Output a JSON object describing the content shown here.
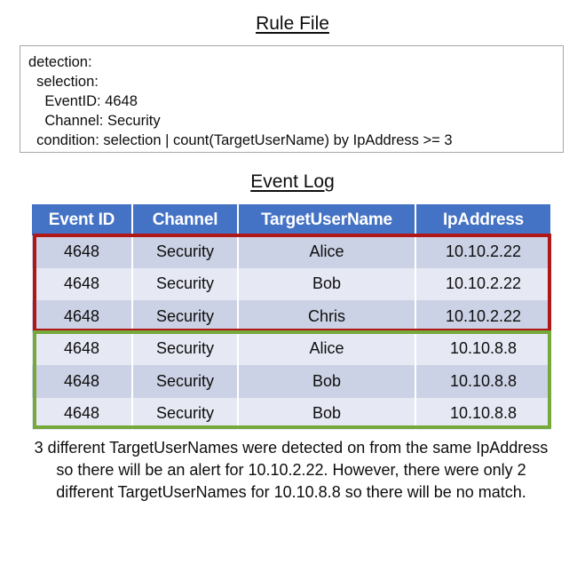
{
  "rule_section": {
    "title": "Rule File",
    "lines": [
      "detection:",
      "  selection:",
      "    EventID: 4648",
      "    Channel: Security",
      "  condition: selection | count(TargetUserName) by IpAddress >= 3"
    ]
  },
  "log_section": {
    "title": "Event Log",
    "columns": [
      "Event ID",
      "Channel",
      "TargetUserName",
      "IpAddress"
    ],
    "rows": [
      [
        "4648",
        "Security",
        "Alice",
        "10.10.2.22"
      ],
      [
        "4648",
        "Security",
        "Bob",
        "10.10.2.22"
      ],
      [
        "4648",
        "Security",
        "Chris",
        "10.10.2.22"
      ],
      [
        "4648",
        "Security",
        "Alice",
        "10.10.8.8"
      ],
      [
        "4648",
        "Security",
        "Bob",
        "10.10.8.8"
      ],
      [
        "4648",
        "Security",
        "Bob",
        "10.10.8.8"
      ]
    ]
  },
  "highlights": {
    "match_group": {
      "color": "#b01818",
      "ip": "10.10.2.22",
      "rows": [
        0,
        1,
        2
      ]
    },
    "no_match_group": {
      "color": "#76a83c",
      "ip": "10.10.8.8",
      "rows": [
        3,
        4,
        5
      ]
    }
  },
  "caption": "3 different TargetUserNames were detected on from the same IpAddress so there will be an alert for 10.10.2.22. However, there were only 2 different TargetUserNames for 10.10.8.8 so there will be no match.",
  "colors": {
    "header_blue": "#4472c4",
    "row_dark": "#ccd2e5",
    "row_light": "#e6e9f4",
    "box_border": "#a6a6a6",
    "text": "#0d0d0d"
  }
}
